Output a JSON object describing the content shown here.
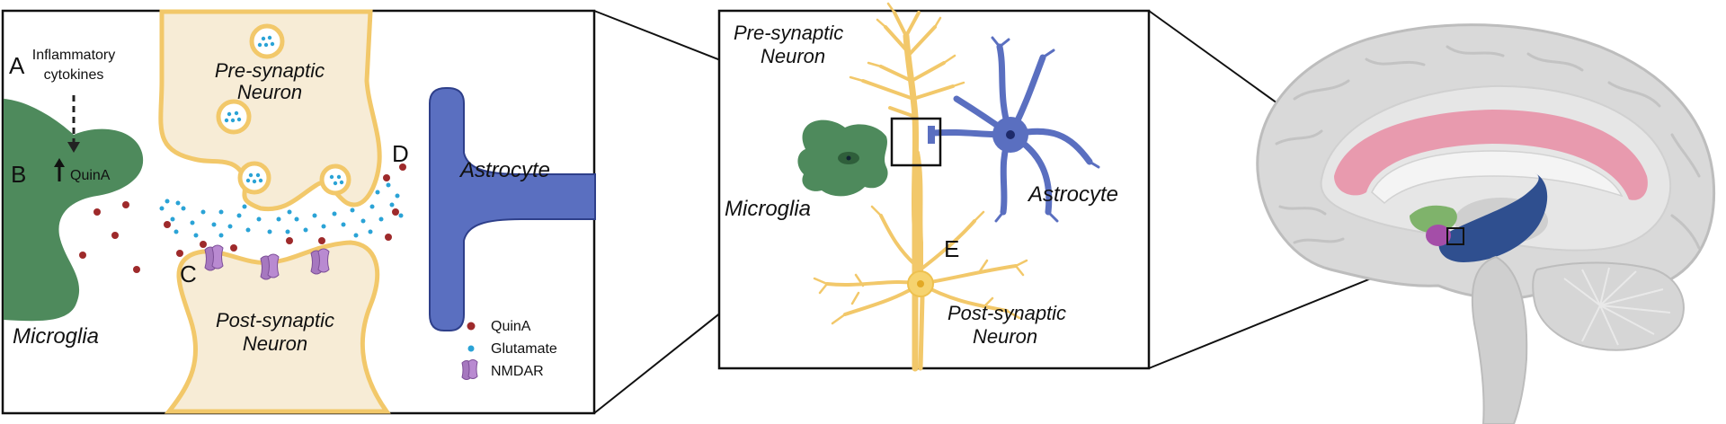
{
  "panel_left": {
    "label_a": "A",
    "label_b": "B",
    "label_c": "C",
    "label_d": "D",
    "inflammatory_line1": "Inflammatory",
    "inflammatory_line2": "cytokines",
    "quina_arrow_text": "QuinA",
    "presyn_line1": "Pre-synaptic",
    "presyn_line2": "Neuron",
    "postsyn_line1": "Post-synaptic",
    "postsyn_line2": "Neuron",
    "astrocyte": "Astrocyte",
    "microglia": "Microglia",
    "legend": {
      "quina": "QuinA",
      "glutamate": "Glutamate",
      "nmdar": "NMDAR"
    }
  },
  "panel_middle": {
    "presyn_line1": "Pre-synaptic",
    "presyn_line2": "Neuron",
    "microglia": "Microglia",
    "astrocyte": "Astrocyte",
    "label_e": "E",
    "postsyn_line1": "Post-synaptic",
    "postsyn_line2": "Neuron"
  },
  "colors": {
    "microglia": "#4e8a5c",
    "astrocyte": "#5a6fc0",
    "neuron_fill": "#f7ecd6",
    "neuron_stroke": "#f2c86a",
    "quina": "#9e2a2b",
    "glutamate": "#2aa3d6",
    "nmdar": "#a678bf",
    "cingulate": "#e89aae",
    "hippocampus": "#2f4f8f",
    "amygdala": "#a44ea8"
  }
}
